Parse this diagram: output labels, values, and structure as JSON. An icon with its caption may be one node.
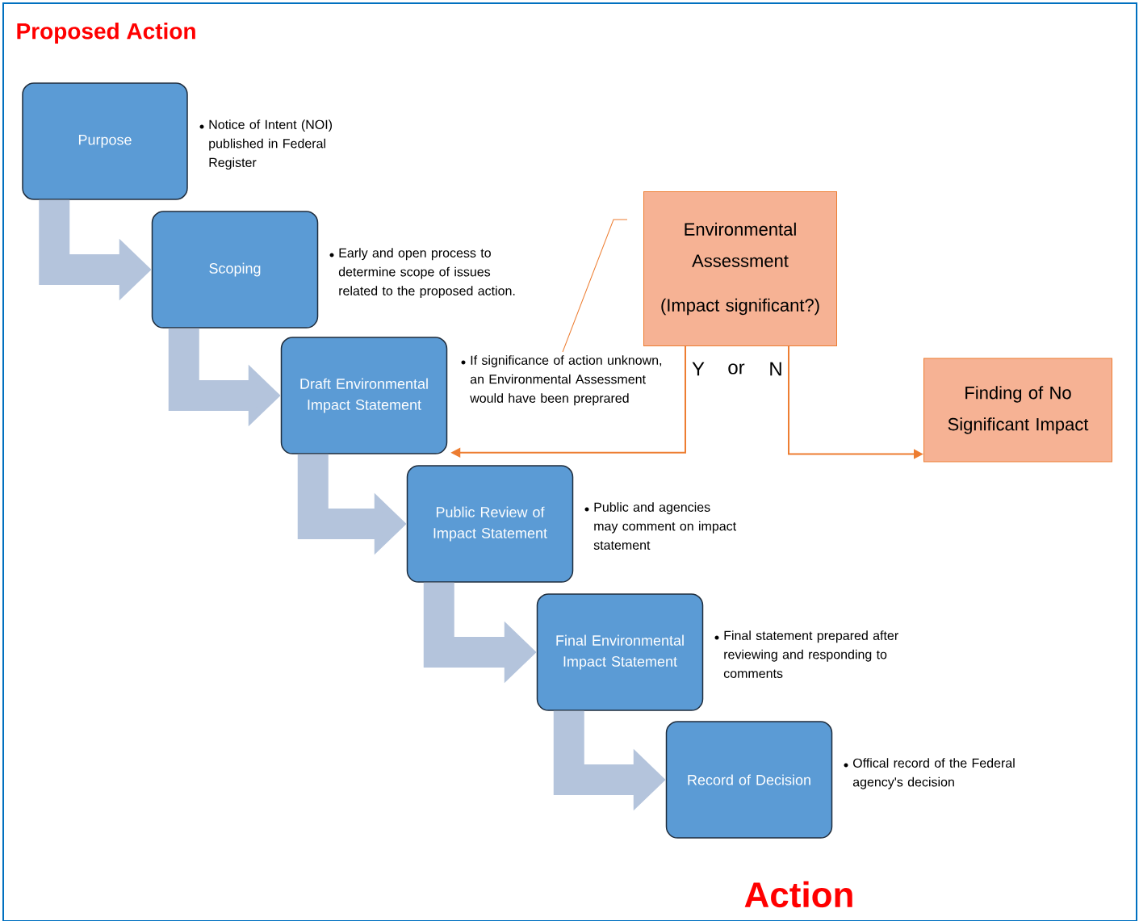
{
  "diagram": {
    "title": "Proposed Action",
    "nodes": [
      {
        "text": [
          "Purpose"
        ],
        "beside": [
          "Notice of Intent (NOI) published in Federal Register"
        ]
      },
      {
        "text": [
          "Scoping"
        ],
        "beside": [
          "Early and open process to determine scope of issues related to the proposed action."
        ]
      },
      {
        "text": [
          "Draft Environmental Impact Statement"
        ]
      },
      {
        "text": [
          "Public Review of Impact Statement"
        ],
        "beside": [
          "Public and agencies may comment on impact statement"
        ]
      },
      {
        "text": [
          "Final Environmental Impact Statement"
        ],
        "beside": [
          "Final statement prepared after reviewing and responding to comments"
        ]
      },
      {
        "text": [
          "Record of Decision"
        ],
        "beside": [
          "Offical record of the Federal agency's decision"
        ]
      },
      {
        "text": [
          "Environmental Assessment",
          "(Impact significant?)"
        ]
      },
      {
        "text": [
          "Finding of No Significant Impact"
        ]
      },
      {
        "text": [
          "If significance of action unknown, an Environmental Assessment would have been preprared"
        ]
      }
    ],
    "edges": [
      {
        "from": 0,
        "to": 1,
        "arrow": "to"
      },
      {
        "from": 1,
        "to": 2,
        "arrow": "to"
      },
      {
        "from": 2,
        "to": 3,
        "arrow": "to"
      },
      {
        "from": 3,
        "to": 4,
        "arrow": "to"
      },
      {
        "from": 4,
        "to": 5,
        "arrow": "to"
      },
      {
        "from": 8,
        "to": 6,
        "arrow": "none",
        "color": "#ed7d31"
      },
      {
        "from": 6,
        "to": 2,
        "arrow": "to",
        "label": "Y",
        "color": "#ed7d31"
      },
      {
        "from": 6,
        "to": 7,
        "arrow": "to",
        "label": "N",
        "color": "#ed7d31"
      }
    ],
    "labels": [
      "or",
      "Action"
    ]
  }
}
